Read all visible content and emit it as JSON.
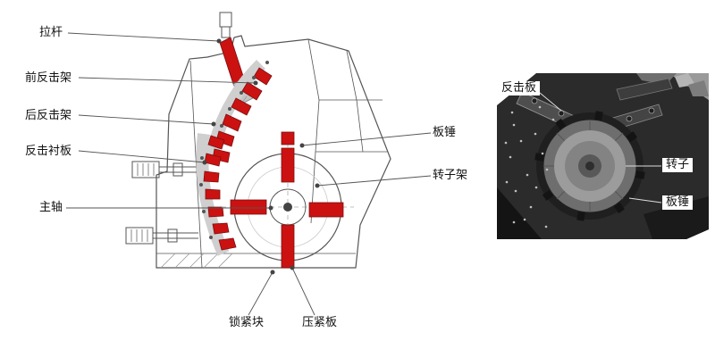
{
  "schematic": {
    "labels": {
      "tie_rod": "拉杆",
      "front_impact_frame": "前反击架",
      "rear_impact_frame": "后反击架",
      "impact_liner": "反击衬板",
      "main_shaft": "主轴",
      "blow_bar": "板锤",
      "rotor_frame": "转子架",
      "locking_block": "锁紧块",
      "pressing_plate": "压紧板"
    }
  },
  "photo": {
    "labels": {
      "impact_plate": "反击板",
      "rotor": "转子",
      "blow_bar": "板锤"
    }
  },
  "colors": {
    "highlight_red": "#cc1111",
    "outline_gray": "#555555",
    "leader_line": "#555555",
    "photo_dark": "#2b2b2b"
  }
}
